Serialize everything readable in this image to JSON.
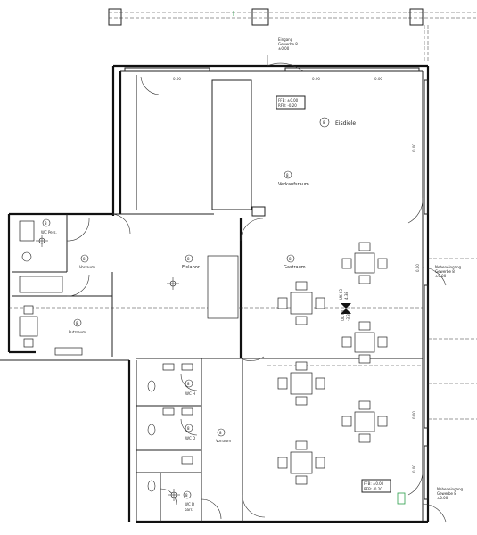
{
  "plan": {
    "rooms": {
      "eisdiele": {
        "num": "8",
        "name": "Eisdiele"
      },
      "verkaufsraum": {
        "num": "8",
        "name": "Verkaufsraum"
      },
      "eislabor": {
        "num": "8",
        "name": "Eislabor"
      },
      "gastraum": {
        "num": "8",
        "name": "Gastraum"
      },
      "wc_pers": {
        "num": "8",
        "name": "WC Pers."
      },
      "vorraum_top": {
        "num": "8",
        "name": "Vorraum"
      },
      "putzraum": {
        "num": "8",
        "name": "Putzraum"
      },
      "wc_h": {
        "num": "8",
        "name": "WC H"
      },
      "wc_d": {
        "num": "8",
        "name": "WC D"
      },
      "vorraum_bottom": {
        "num": "8",
        "name": "Vorraum"
      },
      "wc_d_barr": {
        "num": "8",
        "name": "WC D",
        "sub": "barr."
      }
    },
    "labels": {
      "eingang": [
        "Eingang",
        "Gewerbe 8",
        "±0.00"
      ],
      "nebeneingang_right": [
        "Nebeneingang",
        "Gewerbe 8",
        "±0.00"
      ],
      "nebeneingang_bottom": [
        "Nebeneingang",
        "Gewerbe 8",
        "±0.00"
      ],
      "level_top": [
        "FFB: ±0.00",
        "RFB: -0.20"
      ],
      "level_bottom": [
        "FFB: ±0.00",
        "RFB: -0.20"
      ],
      "section_left": [
        "OK 00",
        "-3.36"
      ],
      "section_right": [
        "UK 03",
        "4.38"
      ],
      "dim_top_1": "0.00",
      "dim_top_2": "0.00",
      "dim_top_3": "0.00",
      "dim_right_1": "0.00",
      "dim_right_2": "0.00",
      "dim_right_3": "0.00",
      "dim_right_4": "0.00"
    }
  }
}
